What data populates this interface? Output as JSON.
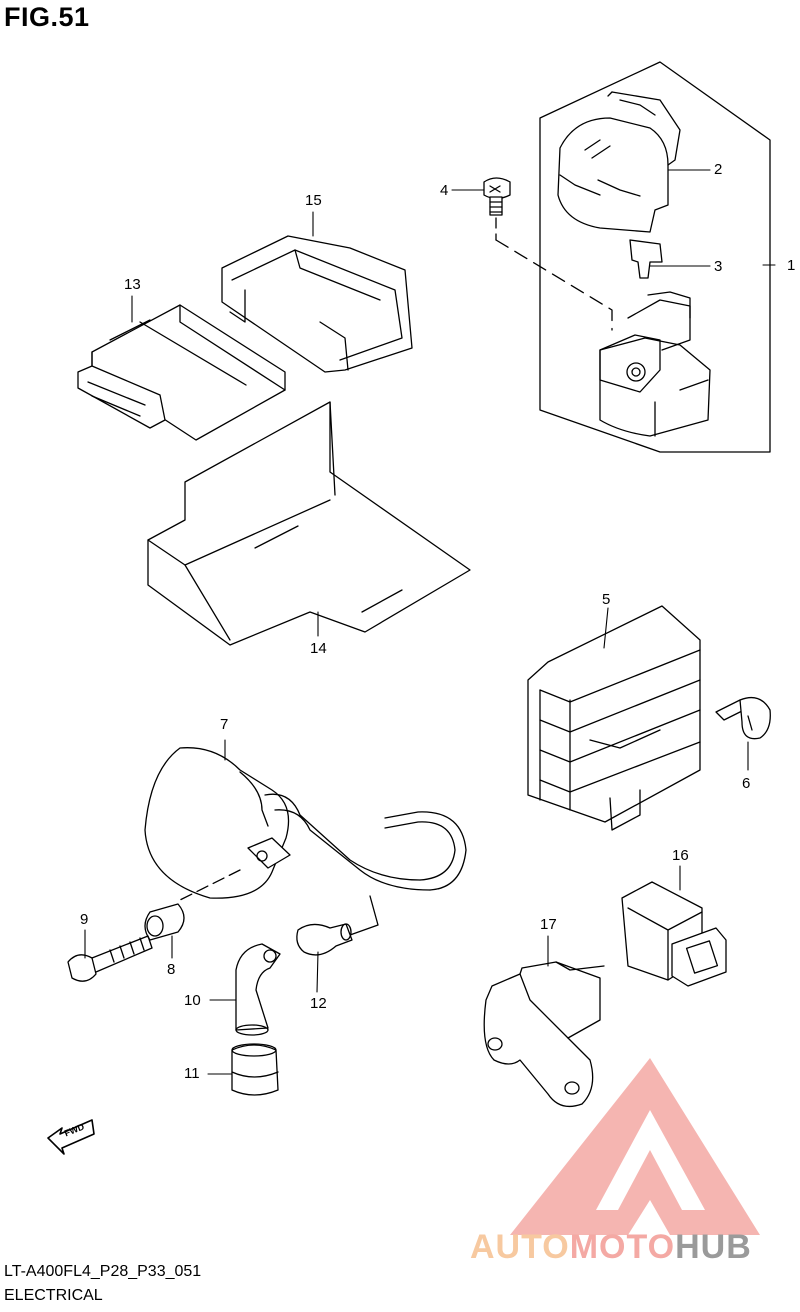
{
  "figure": {
    "title": "FIG.51"
  },
  "footer": {
    "code": "LT-A400FL4_P28_P33_051",
    "title": "ELECTRICAL"
  },
  "fwd_label": "FWD",
  "callouts": [
    {
      "num": "1"
    },
    {
      "num": "2"
    },
    {
      "num": "3"
    },
    {
      "num": "4"
    },
    {
      "num": "5"
    },
    {
      "num": "6"
    },
    {
      "num": "7"
    },
    {
      "num": "8"
    },
    {
      "num": "9"
    },
    {
      "num": "10"
    },
    {
      "num": "11"
    },
    {
      "num": "12"
    },
    {
      "num": "13"
    },
    {
      "num": "14"
    },
    {
      "num": "15"
    },
    {
      "num": "16"
    },
    {
      "num": "17"
    }
  ],
  "watermark": {
    "part1": "AUTO",
    "part2": "MOTO",
    "part3": "HUB",
    "colors": {
      "orange": "#f7c9a0",
      "red": "#f08080",
      "gray": "#9a9a9a"
    }
  }
}
